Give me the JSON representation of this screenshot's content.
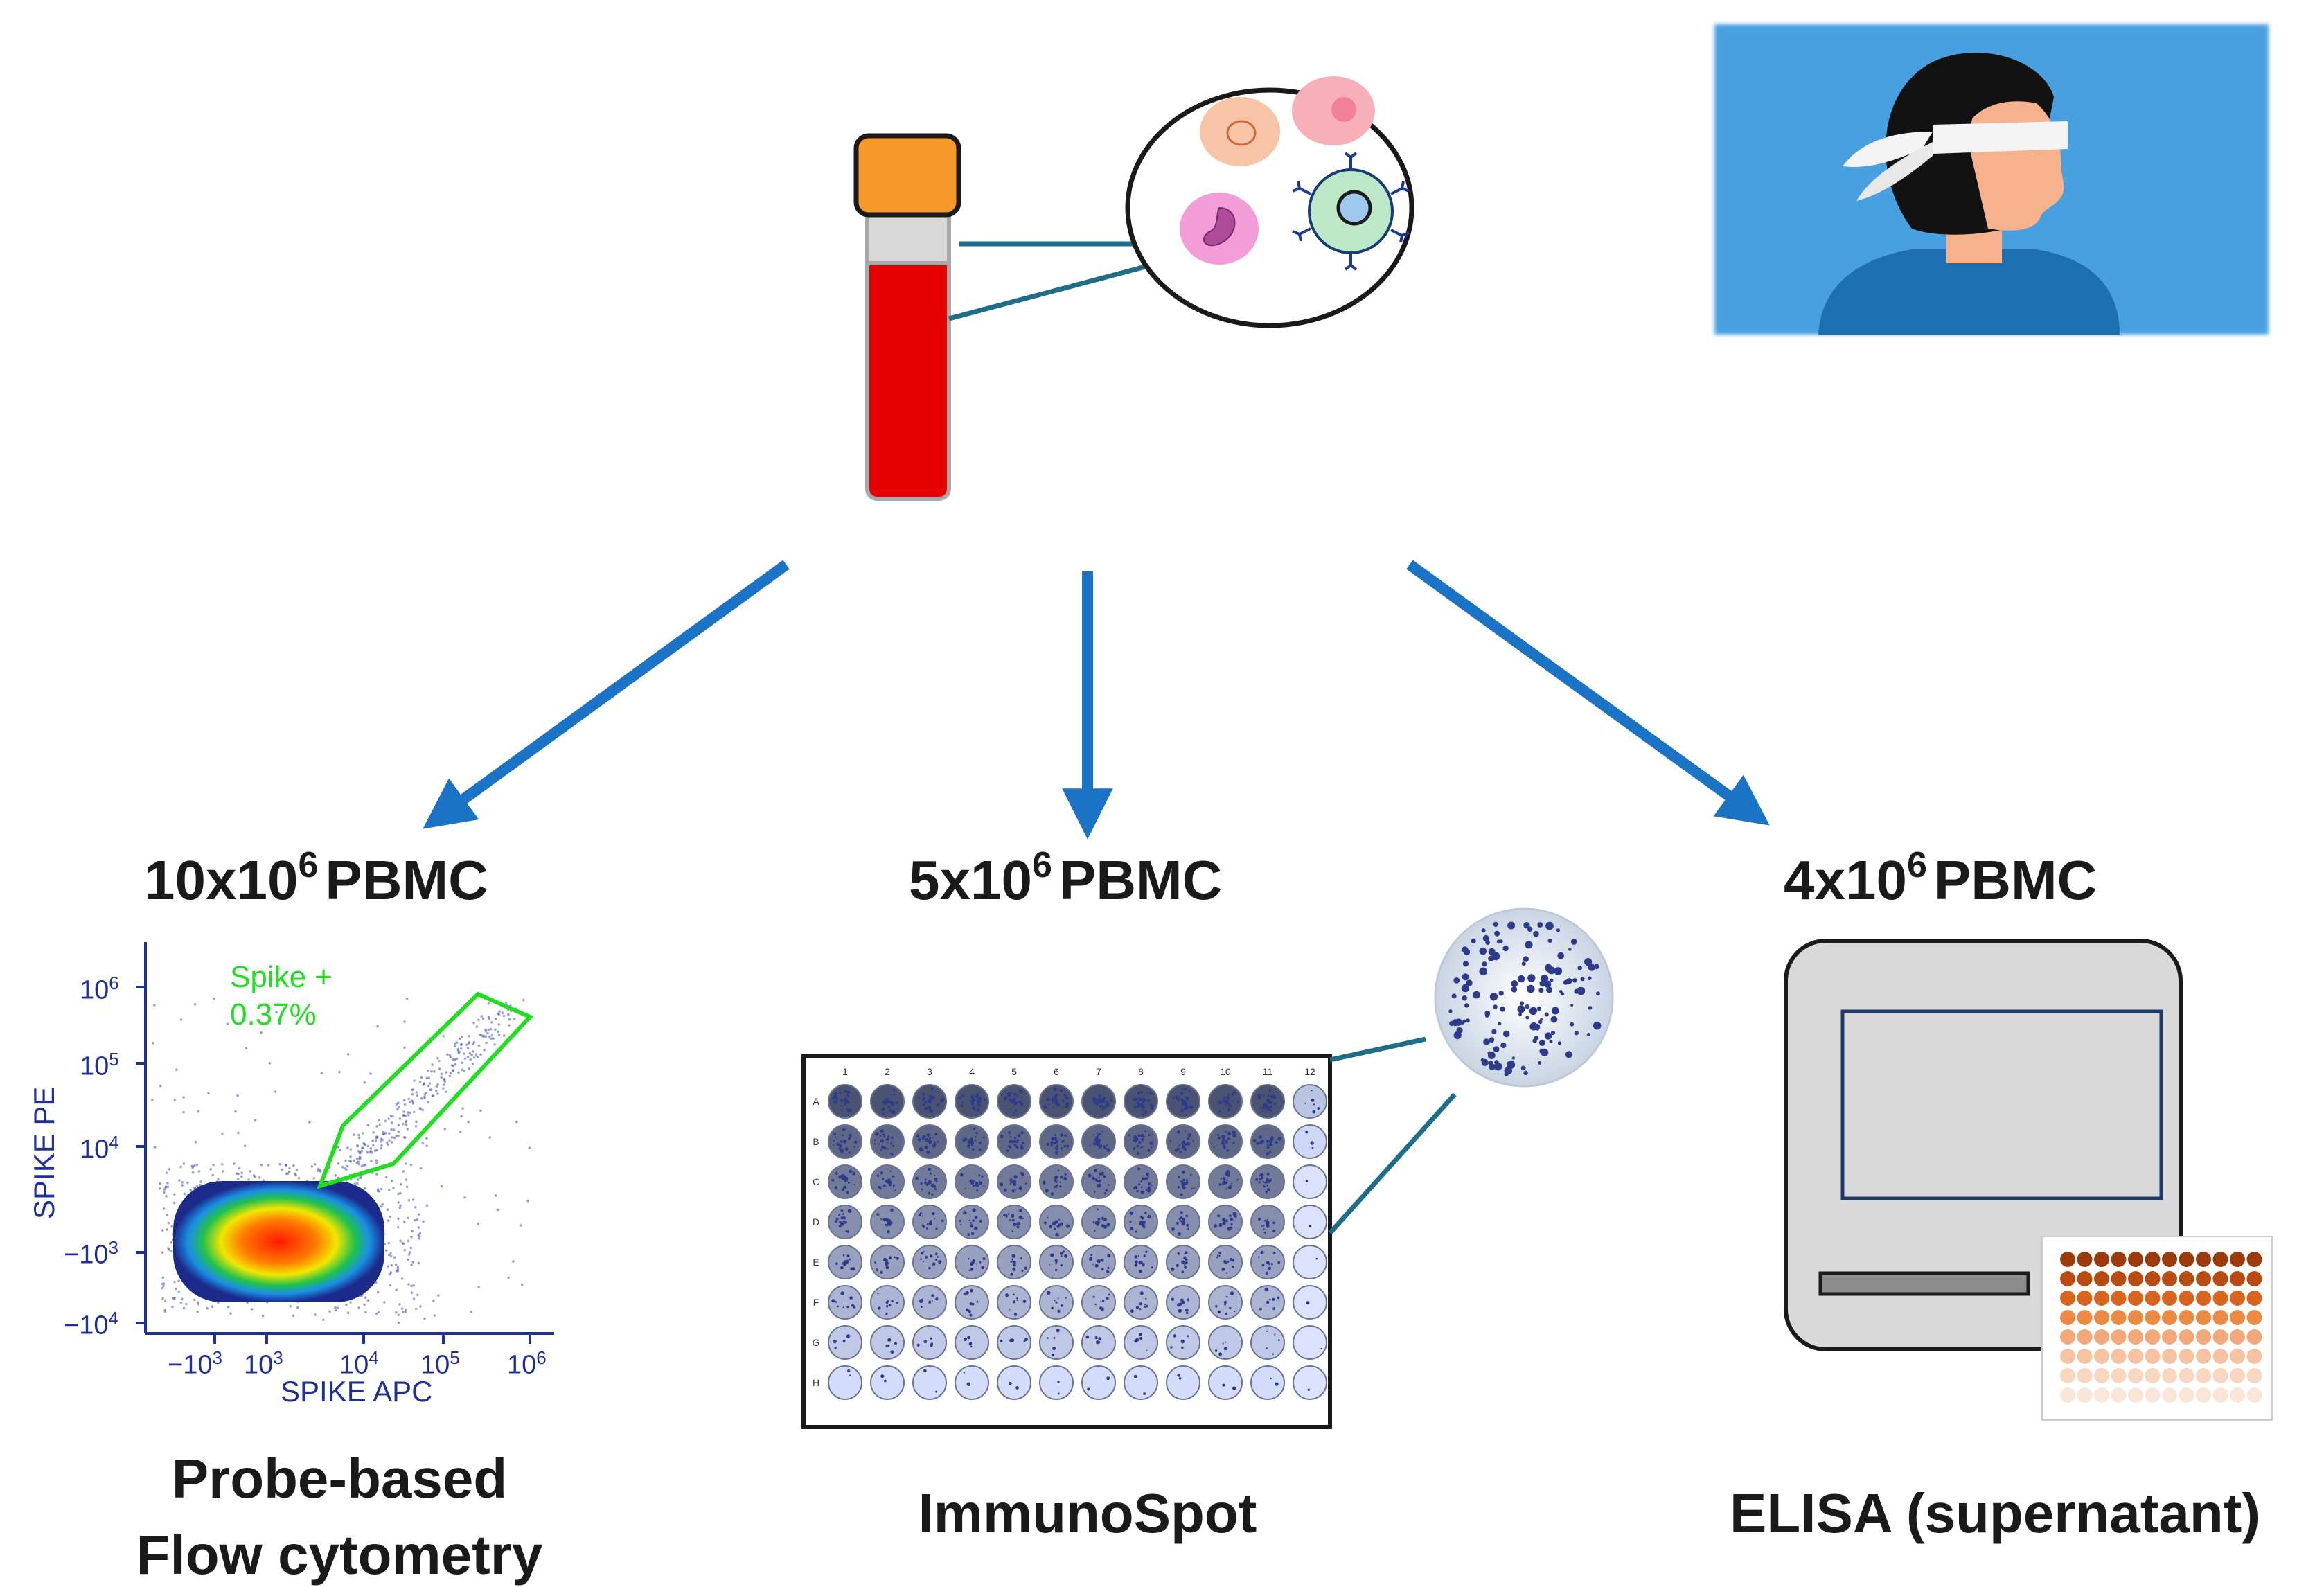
{
  "branches": [
    {
      "count_base": "10x10",
      "count_exp": "6",
      "count_unit": "PBMC",
      "method_line1": "Probe-based",
      "method_line2": "Flow cytometry"
    },
    {
      "count_base": "5x10",
      "count_exp": "6",
      "count_unit": "PBMC",
      "method_line1": "ImmunoSpot",
      "method_line2": ""
    },
    {
      "count_base": "4x10",
      "count_exp": "6",
      "count_unit": "PBMC",
      "method_line1": "ELISA (supernatant)",
      "method_line2": ""
    }
  ],
  "flow_plot": {
    "x_label": "SPIKE APC",
    "y_label": "SPIKE PE",
    "gate_name": "Spike +",
    "gate_percent": "0.37%",
    "y_ticks": [
      {
        "base": "10",
        "exp": "6"
      },
      {
        "base": "10",
        "exp": "5"
      },
      {
        "base": "10",
        "exp": "4"
      },
      {
        "base": "−10",
        "exp": "3"
      },
      {
        "base": "−10",
        "exp": "4"
      }
    ],
    "x_ticks": [
      {
        "base": "−10",
        "exp": "3"
      },
      {
        "base": "10",
        "exp": "3"
      },
      {
        "base": "10",
        "exp": "4"
      },
      {
        "base": "10",
        "exp": "5"
      },
      {
        "base": "10",
        "exp": "6"
      }
    ]
  },
  "plate": {
    "columns": [
      "1",
      "2",
      "3",
      "4",
      "5",
      "6",
      "7",
      "8",
      "9",
      "10",
      "11",
      "12"
    ],
    "rows": [
      "A",
      "B",
      "C",
      "D",
      "E",
      "F",
      "G",
      "H"
    ]
  },
  "colors": {
    "arrow": "#1a73c5",
    "blood": "#e60000",
    "cap": "#f7982a",
    "plate_spot": "#2e3a8c",
    "elisa_dark": "#b24a10",
    "background_panel": "#4aa0e0"
  }
}
